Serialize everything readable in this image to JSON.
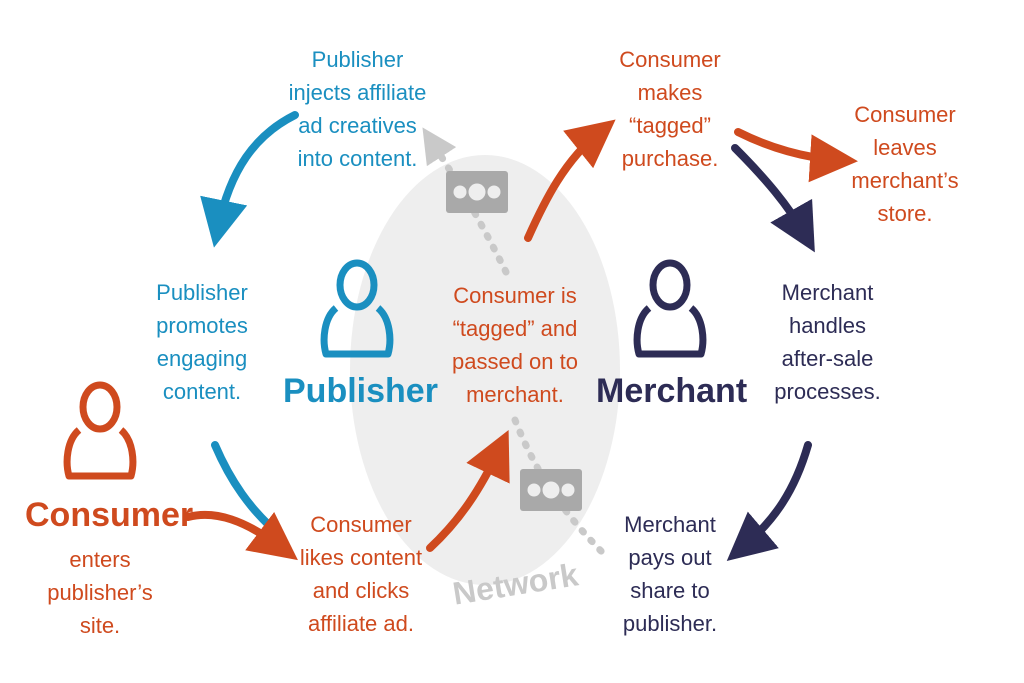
{
  "colors": {
    "publisher": "#1a8fc0",
    "consumer": "#cf4a1e",
    "merchant": "#2d2c55",
    "network": "#c9c9c9",
    "network_fill": "#eeeeee",
    "money": "#a9a9a9"
  },
  "actors": {
    "publisher": {
      "label": "Publisher",
      "icon": "person-icon"
    },
    "merchant": {
      "label": "Merchant",
      "icon": "person-icon"
    },
    "consumer": {
      "label": "Consumer",
      "icon": "person-icon"
    },
    "network": {
      "label": "Network"
    }
  },
  "steps": {
    "publisher_injects": "Publisher\ninjects affiliate\nad creatives\ninto content.",
    "publisher_promotes": "Publisher\npromotes\nengaging\ncontent.",
    "consumer_enters": "enters\npublisher’s\nsite.",
    "consumer_likes": "Consumer\nlikes content\nand clicks\naffiliate ad.",
    "consumer_tagged": "Consumer is\n“tagged” and\npassed on to\nmerchant.",
    "consumer_purchase": "Consumer\nmakes\n“tagged”\npurchase.",
    "consumer_leaves": "Consumer\nleaves\nmerchant’s\nstore.",
    "merchant_handles": "Merchant\nhandles\nafter-sale\nprocesses.",
    "merchant_pays": "Merchant\npays out\nshare to\npublisher."
  },
  "icons": [
    "person-icon",
    "money-bill-icon",
    "arrow-icon"
  ]
}
